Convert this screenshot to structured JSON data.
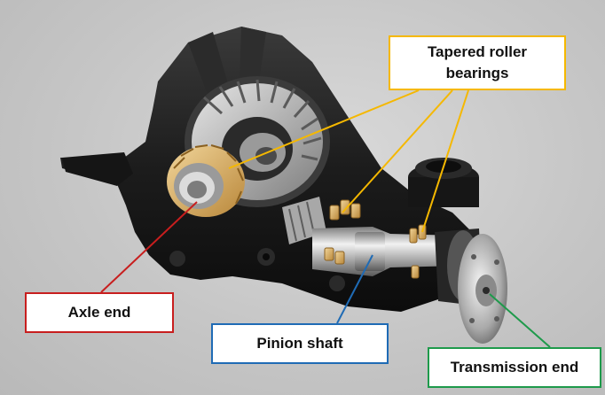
{
  "callouts": {
    "bearings": {
      "line1": "Tapered roller",
      "line2": "bearings",
      "color": "#F5B800"
    },
    "axle": {
      "text": "Axle end",
      "color": "#C81E1E"
    },
    "pinion": {
      "text": "Pinion shaft",
      "color": "#1F6BB5"
    },
    "transmission": {
      "text": "Transmission end",
      "color": "#1E9A4B"
    }
  }
}
